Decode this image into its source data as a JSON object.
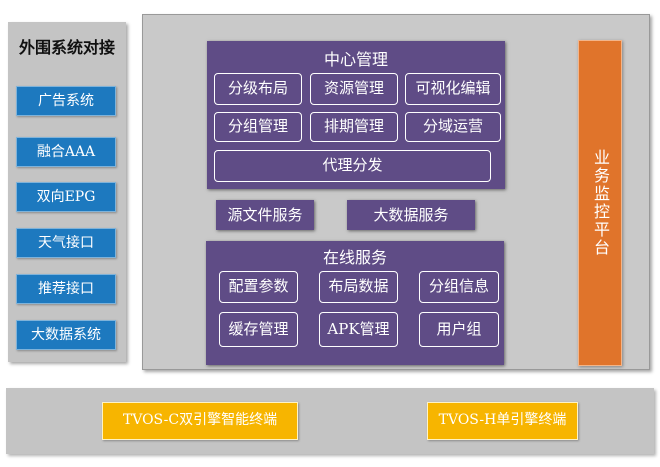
{
  "external": {
    "title": "外围系统对接",
    "items": [
      "广告系统",
      "融合AAA",
      "双向EPG",
      "天气接口",
      "推荐接口",
      "大数据系统"
    ]
  },
  "center": {
    "title": "中心管理",
    "items": [
      "分级布局",
      "资源管理",
      "可视化编辑",
      "分组管理",
      "排期管理",
      "分域运营",
      "代理分发"
    ]
  },
  "services": {
    "source": "源文件服务",
    "bigdata": "大数据服务"
  },
  "online": {
    "title": "在线服务",
    "items": [
      "配置参数",
      "布局数据",
      "分组信息",
      "缓存管理",
      "APK管理",
      "用户组"
    ]
  },
  "monitor": {
    "label": "业务监控平台"
  },
  "terminals": {
    "left": "TVOS-C双引擎智能终端",
    "right": "TVOS-H单引擎终端"
  },
  "colors": {
    "external_button": "#1d79bf",
    "purple_block": "#5f4c86",
    "monitor": "#e0742b",
    "terminal": "#f7b500",
    "panel": "#c9c9c9"
  }
}
